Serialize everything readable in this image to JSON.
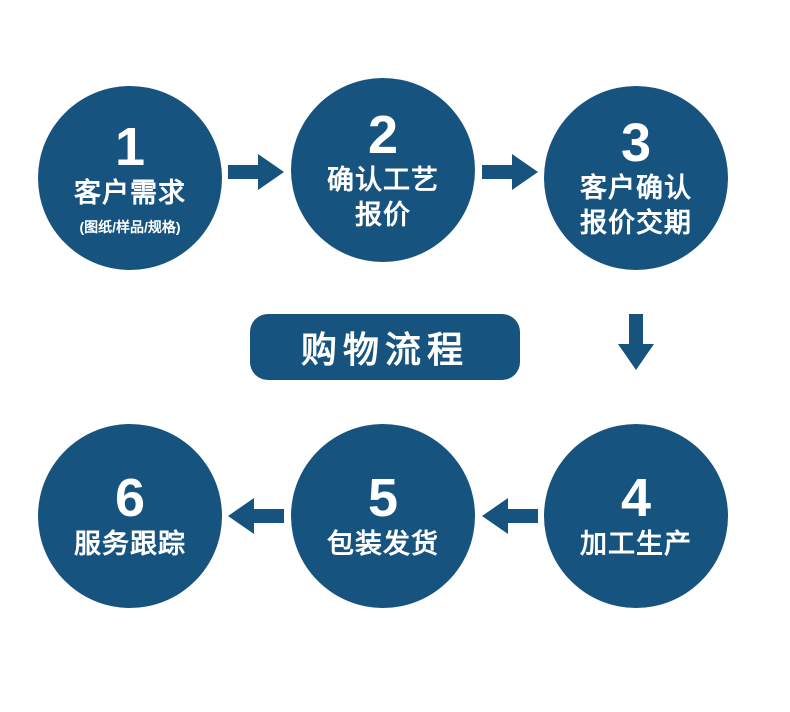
{
  "badge": {
    "label": "购物流程"
  },
  "colors": {
    "primary": "#16537E",
    "background": "#FFFFFF",
    "text_on_primary": "#FFFFFF"
  },
  "steps": [
    {
      "number": "1",
      "lines": [
        "客户需求"
      ],
      "note": "(图纸/样品/规格)"
    },
    {
      "number": "2",
      "lines": [
        "确认工艺",
        "报价"
      ]
    },
    {
      "number": "3",
      "lines": [
        "客户确认",
        "报价交期"
      ]
    },
    {
      "number": "4",
      "lines": [
        "加工生产"
      ]
    },
    {
      "number": "5",
      "lines": [
        "包装发货"
      ]
    },
    {
      "number": "6",
      "lines": [
        "服务跟踪"
      ]
    }
  ]
}
